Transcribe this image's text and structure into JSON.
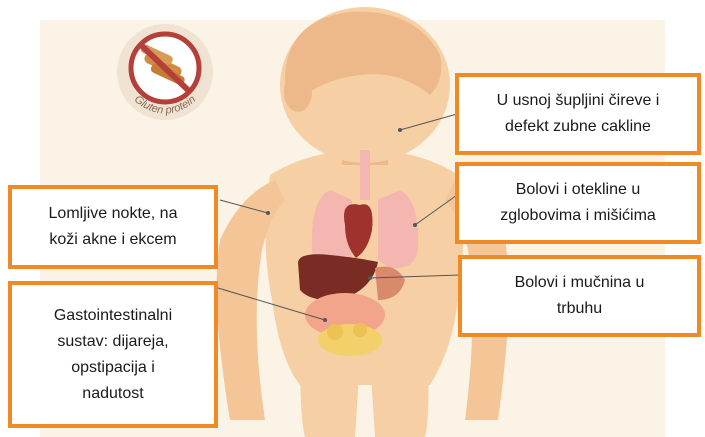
{
  "logo": {
    "caption": "Gluten protein",
    "icon": "no-gluten-icon"
  },
  "callouts": {
    "mouth": "U usnoj šupljini čireve i\ndefekt zubne cakline",
    "joints": "Bolovi i otekline u\nzglobovima i mišićima",
    "stomach": "Bolovi i mučnina u\ntrbuhu",
    "nails": "Lomljive nokte, na\nkoži akne i ekcem",
    "gi": "Gastointestinalni\nsustav: dijareja,\nopstipacija i\nnadutost"
  },
  "colors": {
    "callout_border": "#f08a24",
    "background": "#fbf3e6",
    "skin": "#f6cfa4",
    "skin_shadow": "#eeb98a"
  }
}
